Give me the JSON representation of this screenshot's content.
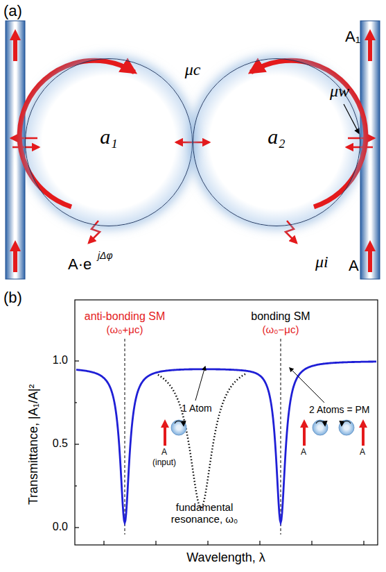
{
  "diagram": {
    "nodes": [
      {
        "text": [
          "a₁"
        ]
      },
      {
        "text": [
          "a₂"
        ]
      }
    ],
    "edges": [
      {
        "from": 0,
        "to": 1,
        "arrow": "both",
        "label": "μc"
      }
    ],
    "labels": [
      "(a)",
      "A₁",
      "μw",
      "μi",
      "A·e",
      "jΔφ",
      "A",
      "(b)",
      "anti-bonding SM",
      "(ω₀+μc)",
      "bonding SM",
      "(ω₀−μc)",
      "1 Atom",
      "A",
      "(input)",
      "fundamental resonance, ω₀",
      "2 Atoms = PM",
      "A",
      "A",
      "1.0",
      "0.5",
      "0.0",
      "Transmittance, |A₁/A|²",
      "Wavelength, λ"
    ]
  }
}
